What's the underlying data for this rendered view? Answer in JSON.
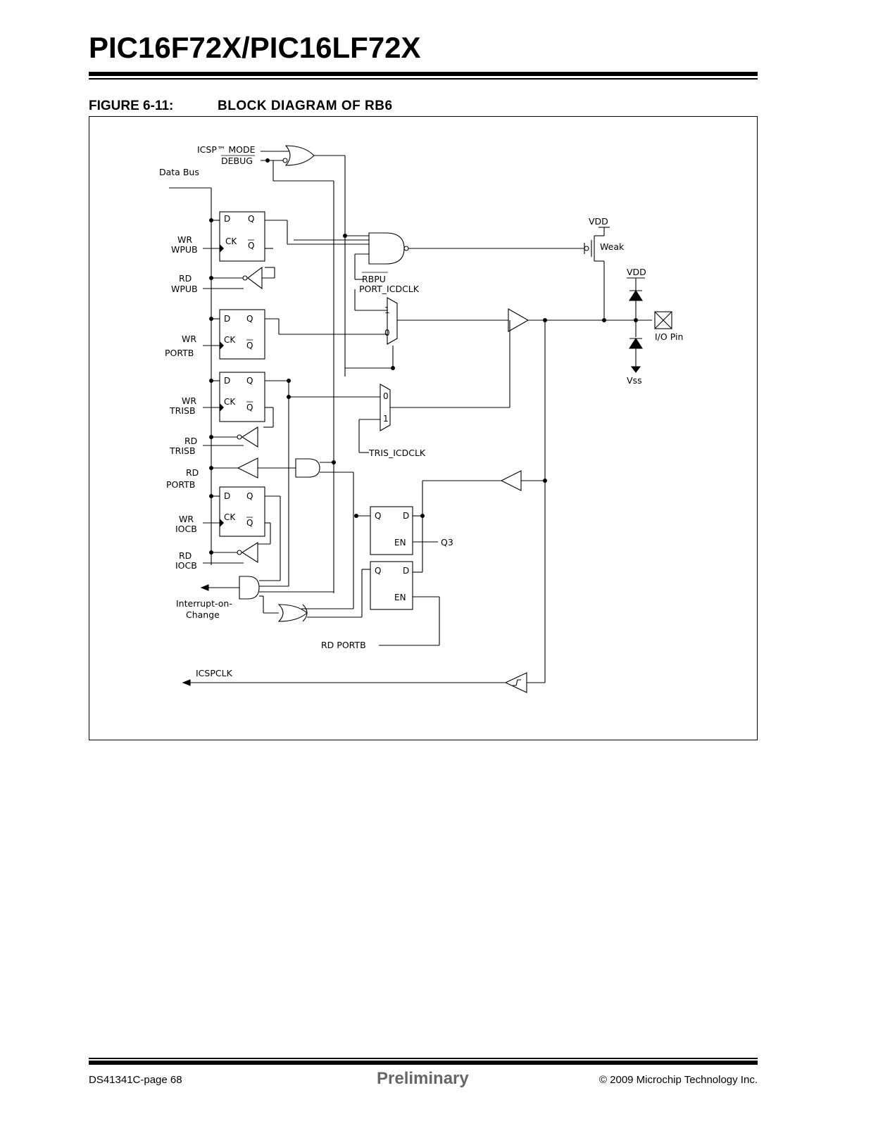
{
  "header": {
    "title": "PIC16F72X/PIC16LF72X"
  },
  "figure": {
    "label": "FIGURE 6-11:",
    "title": "BLOCK DIAGRAM OF RB6"
  },
  "diagram": {
    "signals": {
      "icsp_mode": "ICSP™ MODE",
      "debug": "DEBUG",
      "data_bus": "Data Bus",
      "wr1": "WR",
      "wpub1": "WPUB",
      "rd1": "RD",
      "wpub2": "WPUB",
      "wr2": "WR",
      "portb1": "PORTB",
      "wr3": "WR",
      "trisb1": "TRISB",
      "rd2": "RD",
      "trisb2": "TRISB",
      "rd3": "RD",
      "portb2": "PORTB",
      "wr4": "WR",
      "iocb1": "IOCB",
      "rd4": "RD",
      "iocb2": "IOCB",
      "ioc1": "Interrupt-on-",
      "ioc2": "Change",
      "rbpu": "RBPU",
      "port_icdclk": "PORT_ICDCLK",
      "tris_icdclk": "TRIS_ICDCLK",
      "vdd1": "VDD",
      "vdd2": "VDD",
      "weak": "Weak",
      "io_pin": "I/O Pin",
      "vss": "Vss",
      "q3": "Q3",
      "rd_portb": "RD PORTB",
      "icspclk": "ICSPCLK"
    },
    "pins": {
      "d": "D",
      "q": "Q",
      "ck": "CK",
      "qbar": "Q",
      "en": "EN",
      "one": "1",
      "zero": "0"
    }
  },
  "footer": {
    "left": "DS41341C-page 68",
    "center": "Preliminary",
    "right": "© 2009 Microchip Technology Inc."
  }
}
